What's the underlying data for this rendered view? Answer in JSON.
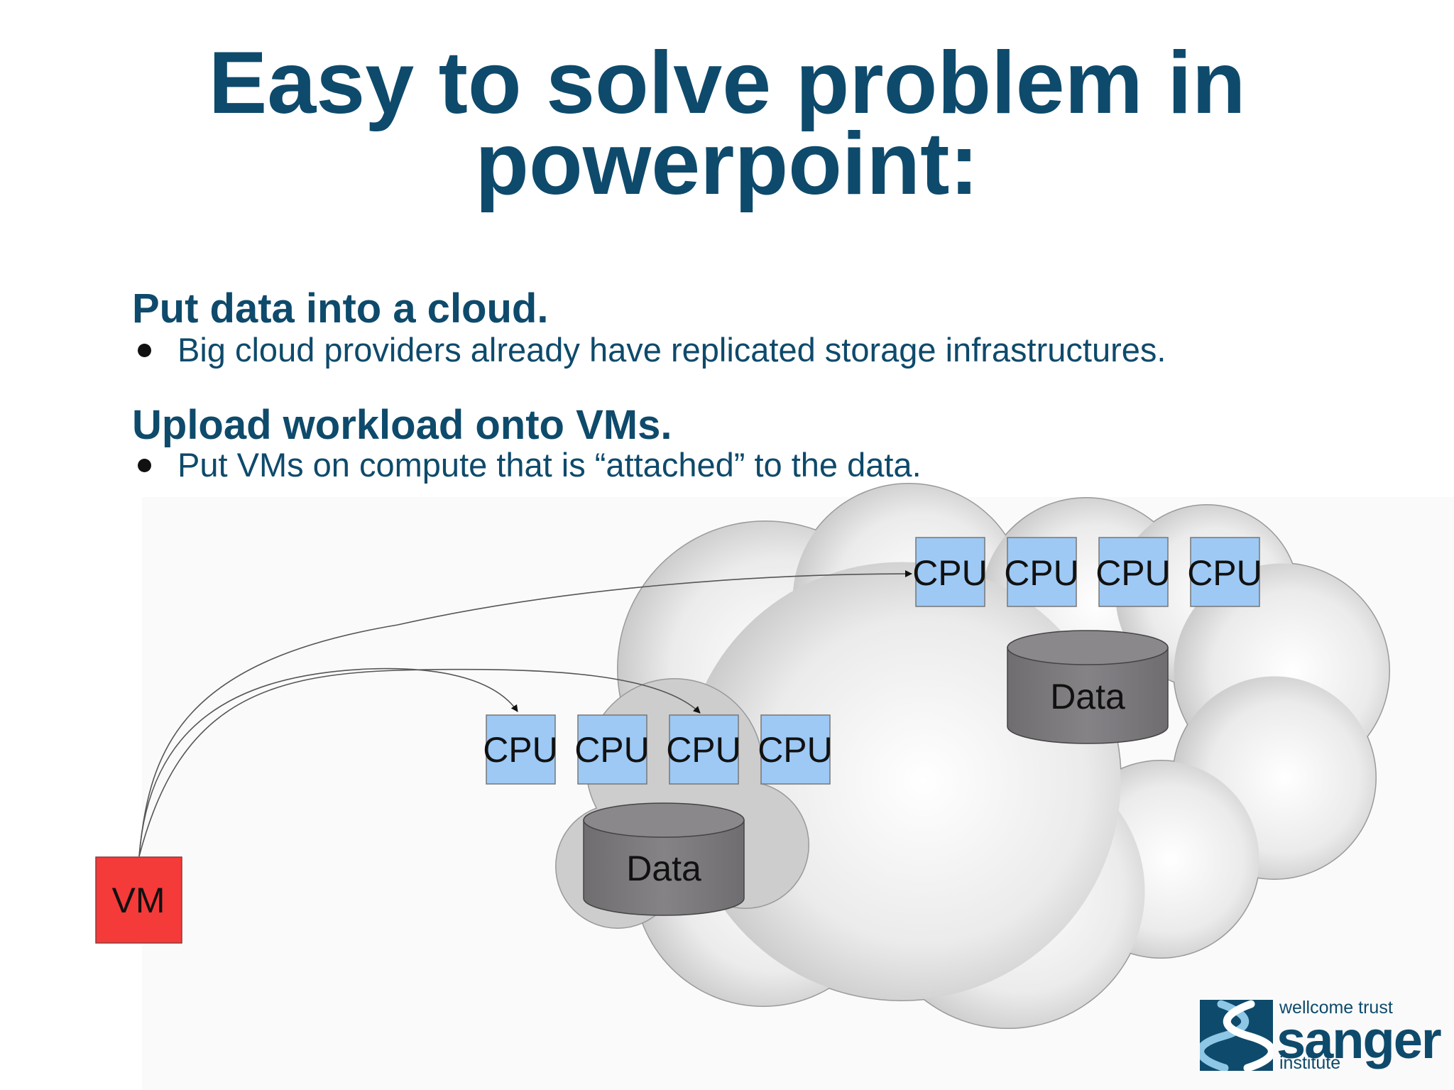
{
  "title": {
    "line1": "Easy to solve problem in",
    "line2": "powerpoint:"
  },
  "sections": [
    {
      "heading": "Put data into a cloud.",
      "bullet": "Big cloud providers already have replicated storage infrastructures."
    },
    {
      "heading": "Upload workload onto VMs.",
      "bullet": "Put VMs on compute that is “attached” to the data."
    }
  ],
  "diagram": {
    "cloud_small": {
      "cpus": [
        "CPU",
        "CPU",
        "CPU",
        "CPU"
      ],
      "data": "Data"
    },
    "cloud_large": {
      "cpus": [
        "CPU",
        "CPU",
        "CPU",
        "CPU"
      ],
      "data": "Data"
    },
    "vm": "VM",
    "colors": {
      "cpu_fill": "#9ec9f5",
      "vm_fill": "#f53a3a",
      "data_fill": "#7d7b7e",
      "title_color": "#0e4a6b"
    }
  },
  "logo": {
    "top": "wellcome trust",
    "main": "sanger",
    "bottom": "institute"
  }
}
